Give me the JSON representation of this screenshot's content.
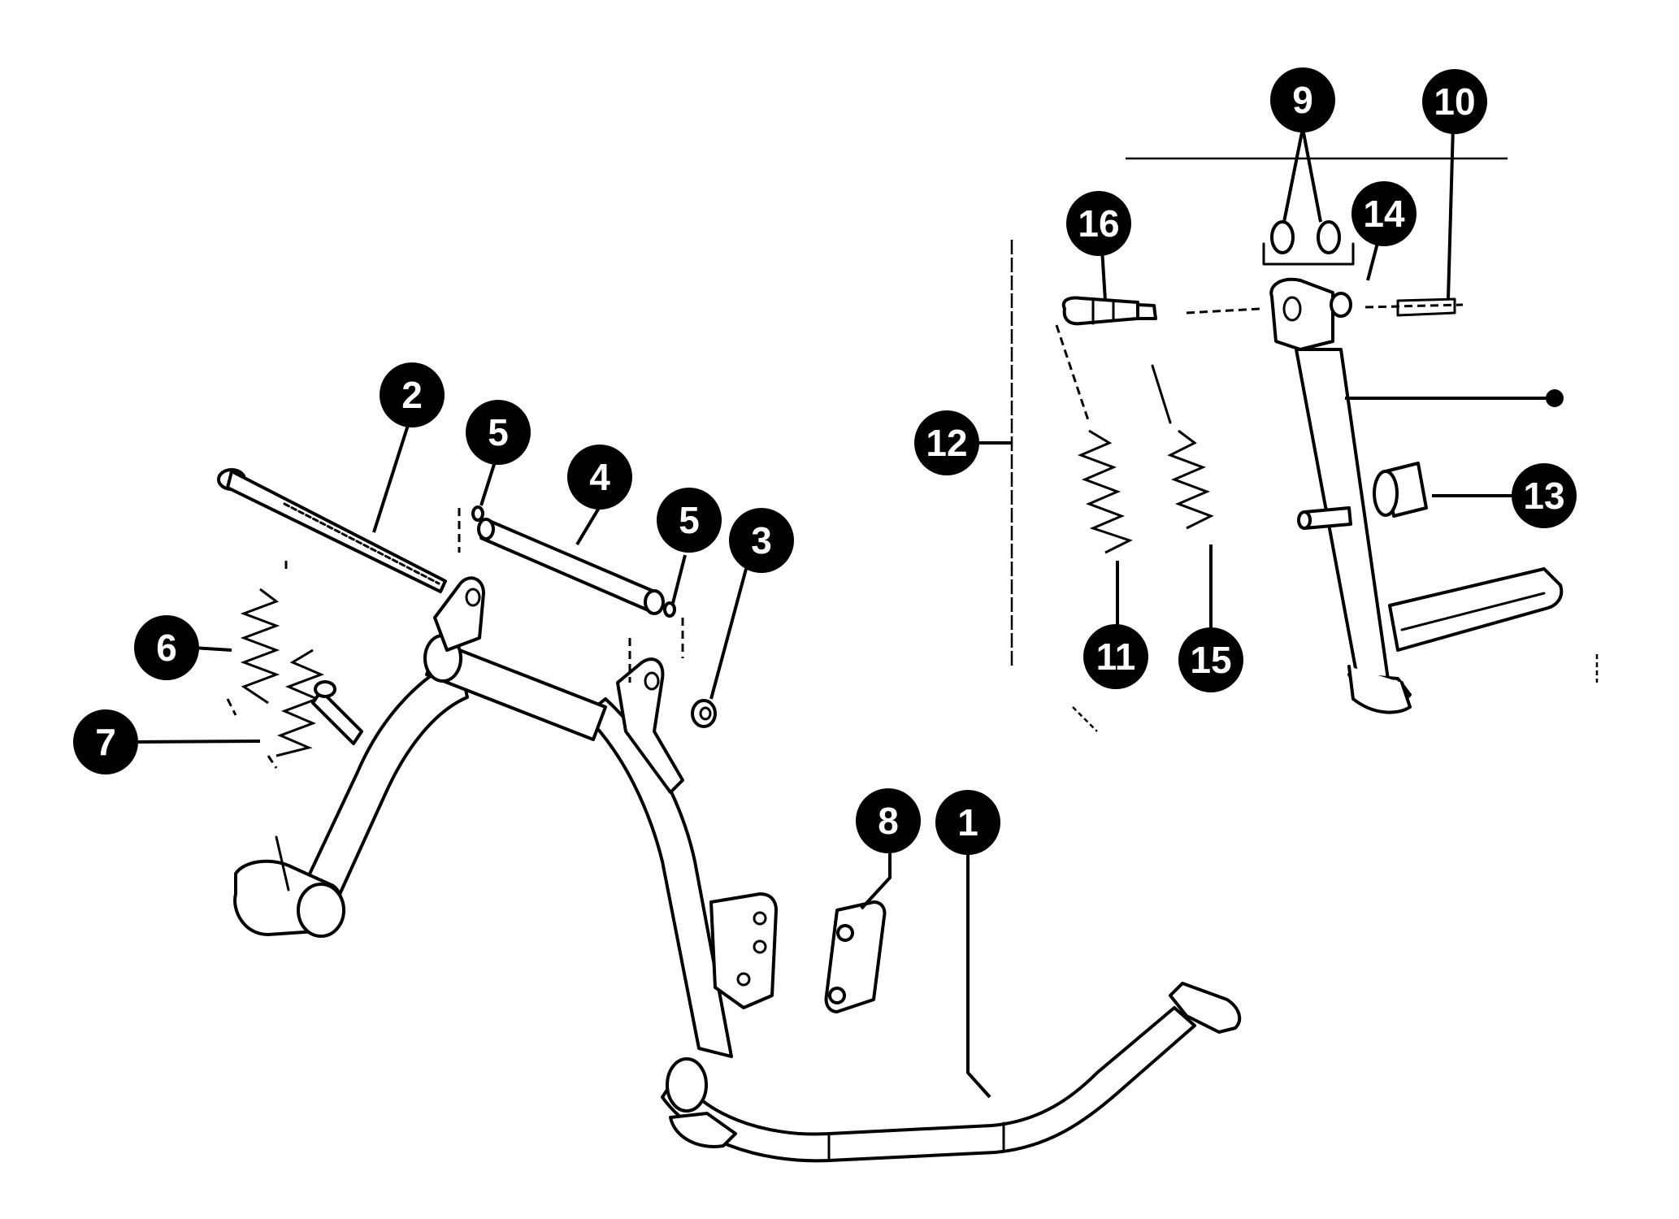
{
  "diagram": {
    "callouts": [
      {
        "id": "c1",
        "label": "1"
      },
      {
        "id": "c2",
        "label": "2"
      },
      {
        "id": "c3",
        "label": "3"
      },
      {
        "id": "c4",
        "label": "4"
      },
      {
        "id": "c5a",
        "label": "5"
      },
      {
        "id": "c5b",
        "label": "5"
      },
      {
        "id": "c6",
        "label": "6"
      },
      {
        "id": "c7",
        "label": "7"
      },
      {
        "id": "c8",
        "label": "8"
      },
      {
        "id": "c9",
        "label": "9"
      },
      {
        "id": "c10",
        "label": "10"
      },
      {
        "id": "c11",
        "label": "11"
      },
      {
        "id": "c12",
        "label": "12"
      },
      {
        "id": "c13",
        "label": "13"
      },
      {
        "id": "c14",
        "label": "14"
      },
      {
        "id": "c15",
        "label": "15"
      },
      {
        "id": "c16",
        "label": "16"
      }
    ]
  }
}
